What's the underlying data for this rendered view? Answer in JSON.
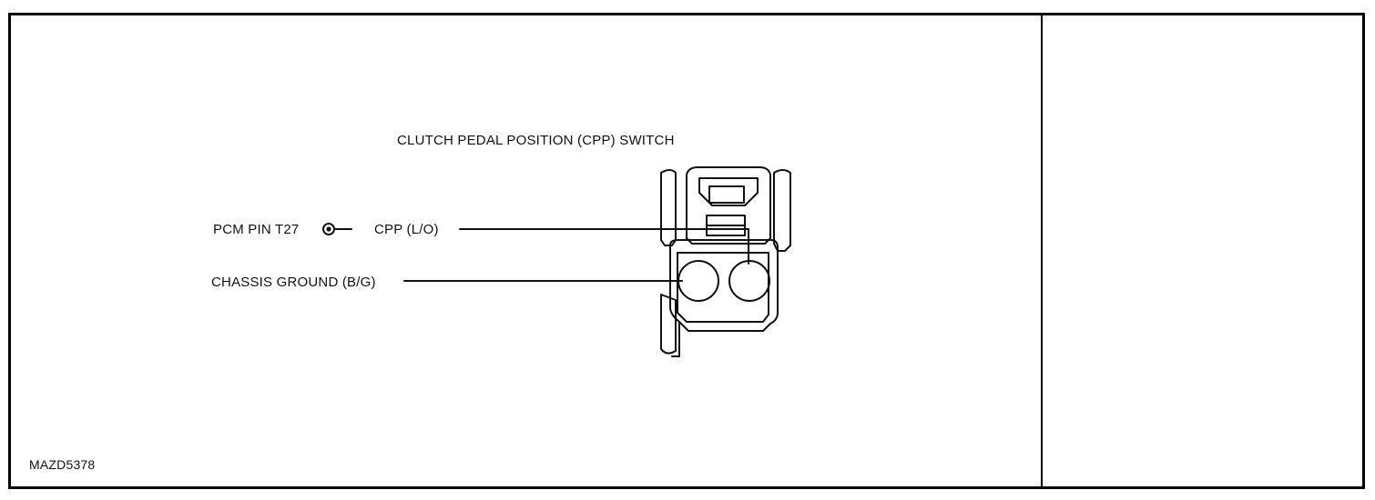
{
  "diagram": {
    "title": "CLUTCH PEDAL POSITION (CPP) SWITCH",
    "pcm_pin_label": "PCM PIN T27",
    "cpp_wire_label": "CPP (L/O)",
    "ground_wire_label": "CHASSIS GROUND (B/G)",
    "figure_code": "MAZD5378"
  }
}
